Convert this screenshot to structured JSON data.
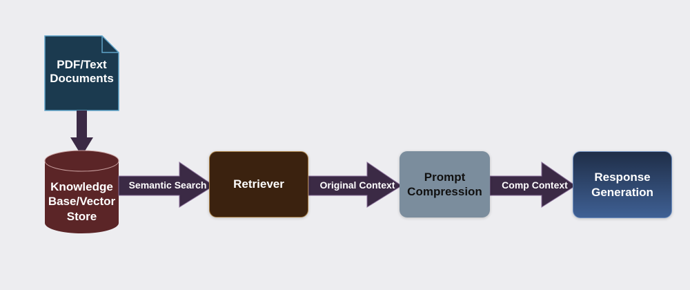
{
  "nodes": {
    "documents": {
      "label_line1": "PDF/Text",
      "label_line2": "Documents"
    },
    "knowledge_base": {
      "label_line1": "Knowledge",
      "label_line2": "Base/Vector",
      "label_line3": "Store"
    },
    "retriever": {
      "label": "Retriever"
    },
    "prompt_compression": {
      "label_line1": "Prompt",
      "label_line2": "Compression"
    },
    "response_generation": {
      "label_line1": "Response",
      "label_line2": "Generation"
    }
  },
  "edges": {
    "semantic_search": "Semantic Search",
    "original_context": "Original Context",
    "comp_context": "Comp Context"
  },
  "colors": {
    "background": "#ededf0",
    "documents": "#1b3a4f",
    "knowledge_base": "#5b2527",
    "retriever": "#3b220f",
    "prompt_compression": "#7b8d9d",
    "response_top": "#1f2e48",
    "response_bottom": "#3f6094",
    "arrow": "#3b2a45"
  }
}
